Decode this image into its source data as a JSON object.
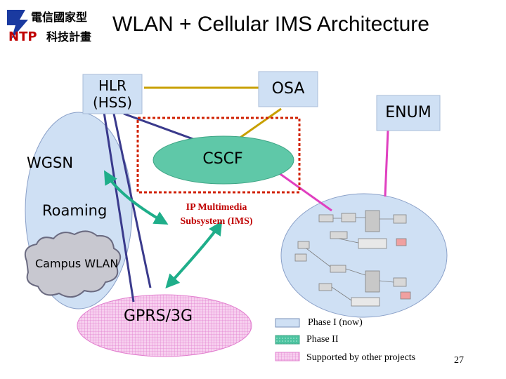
{
  "header": {
    "title": "WLAN + Cellular IMS Architecture",
    "logo_chinese": "電信國家型 科技計畫",
    "logo_ntp": "NTP"
  },
  "nodes": {
    "hlr": "HLR\n(HSS)",
    "osa": "OSA",
    "enum": "ENUM",
    "cscf": "CSCF",
    "wgsn": "WGSN",
    "roaming": "Roaming",
    "campus_wlan": "Campus WLAN",
    "gprs": "GPRS/3G",
    "ims_line1": "IP Multimedia",
    "ims_line2": "Subsystem (IMS)"
  },
  "legend": {
    "phase1": "Phase I (now)",
    "phase2": "Phase II",
    "other": "Supported by other projects"
  },
  "footer": {
    "page_number": "27"
  },
  "colors": {
    "phase1": "#cfe0f4",
    "phase2": "#5fc8a8",
    "other": "#f2b8e8",
    "hlr_line": "#c8a000",
    "hss_line": "#3a3a8c",
    "enum_line": "#e040c0",
    "ims_box": "#d02000",
    "arrow": "#1fae8a"
  }
}
